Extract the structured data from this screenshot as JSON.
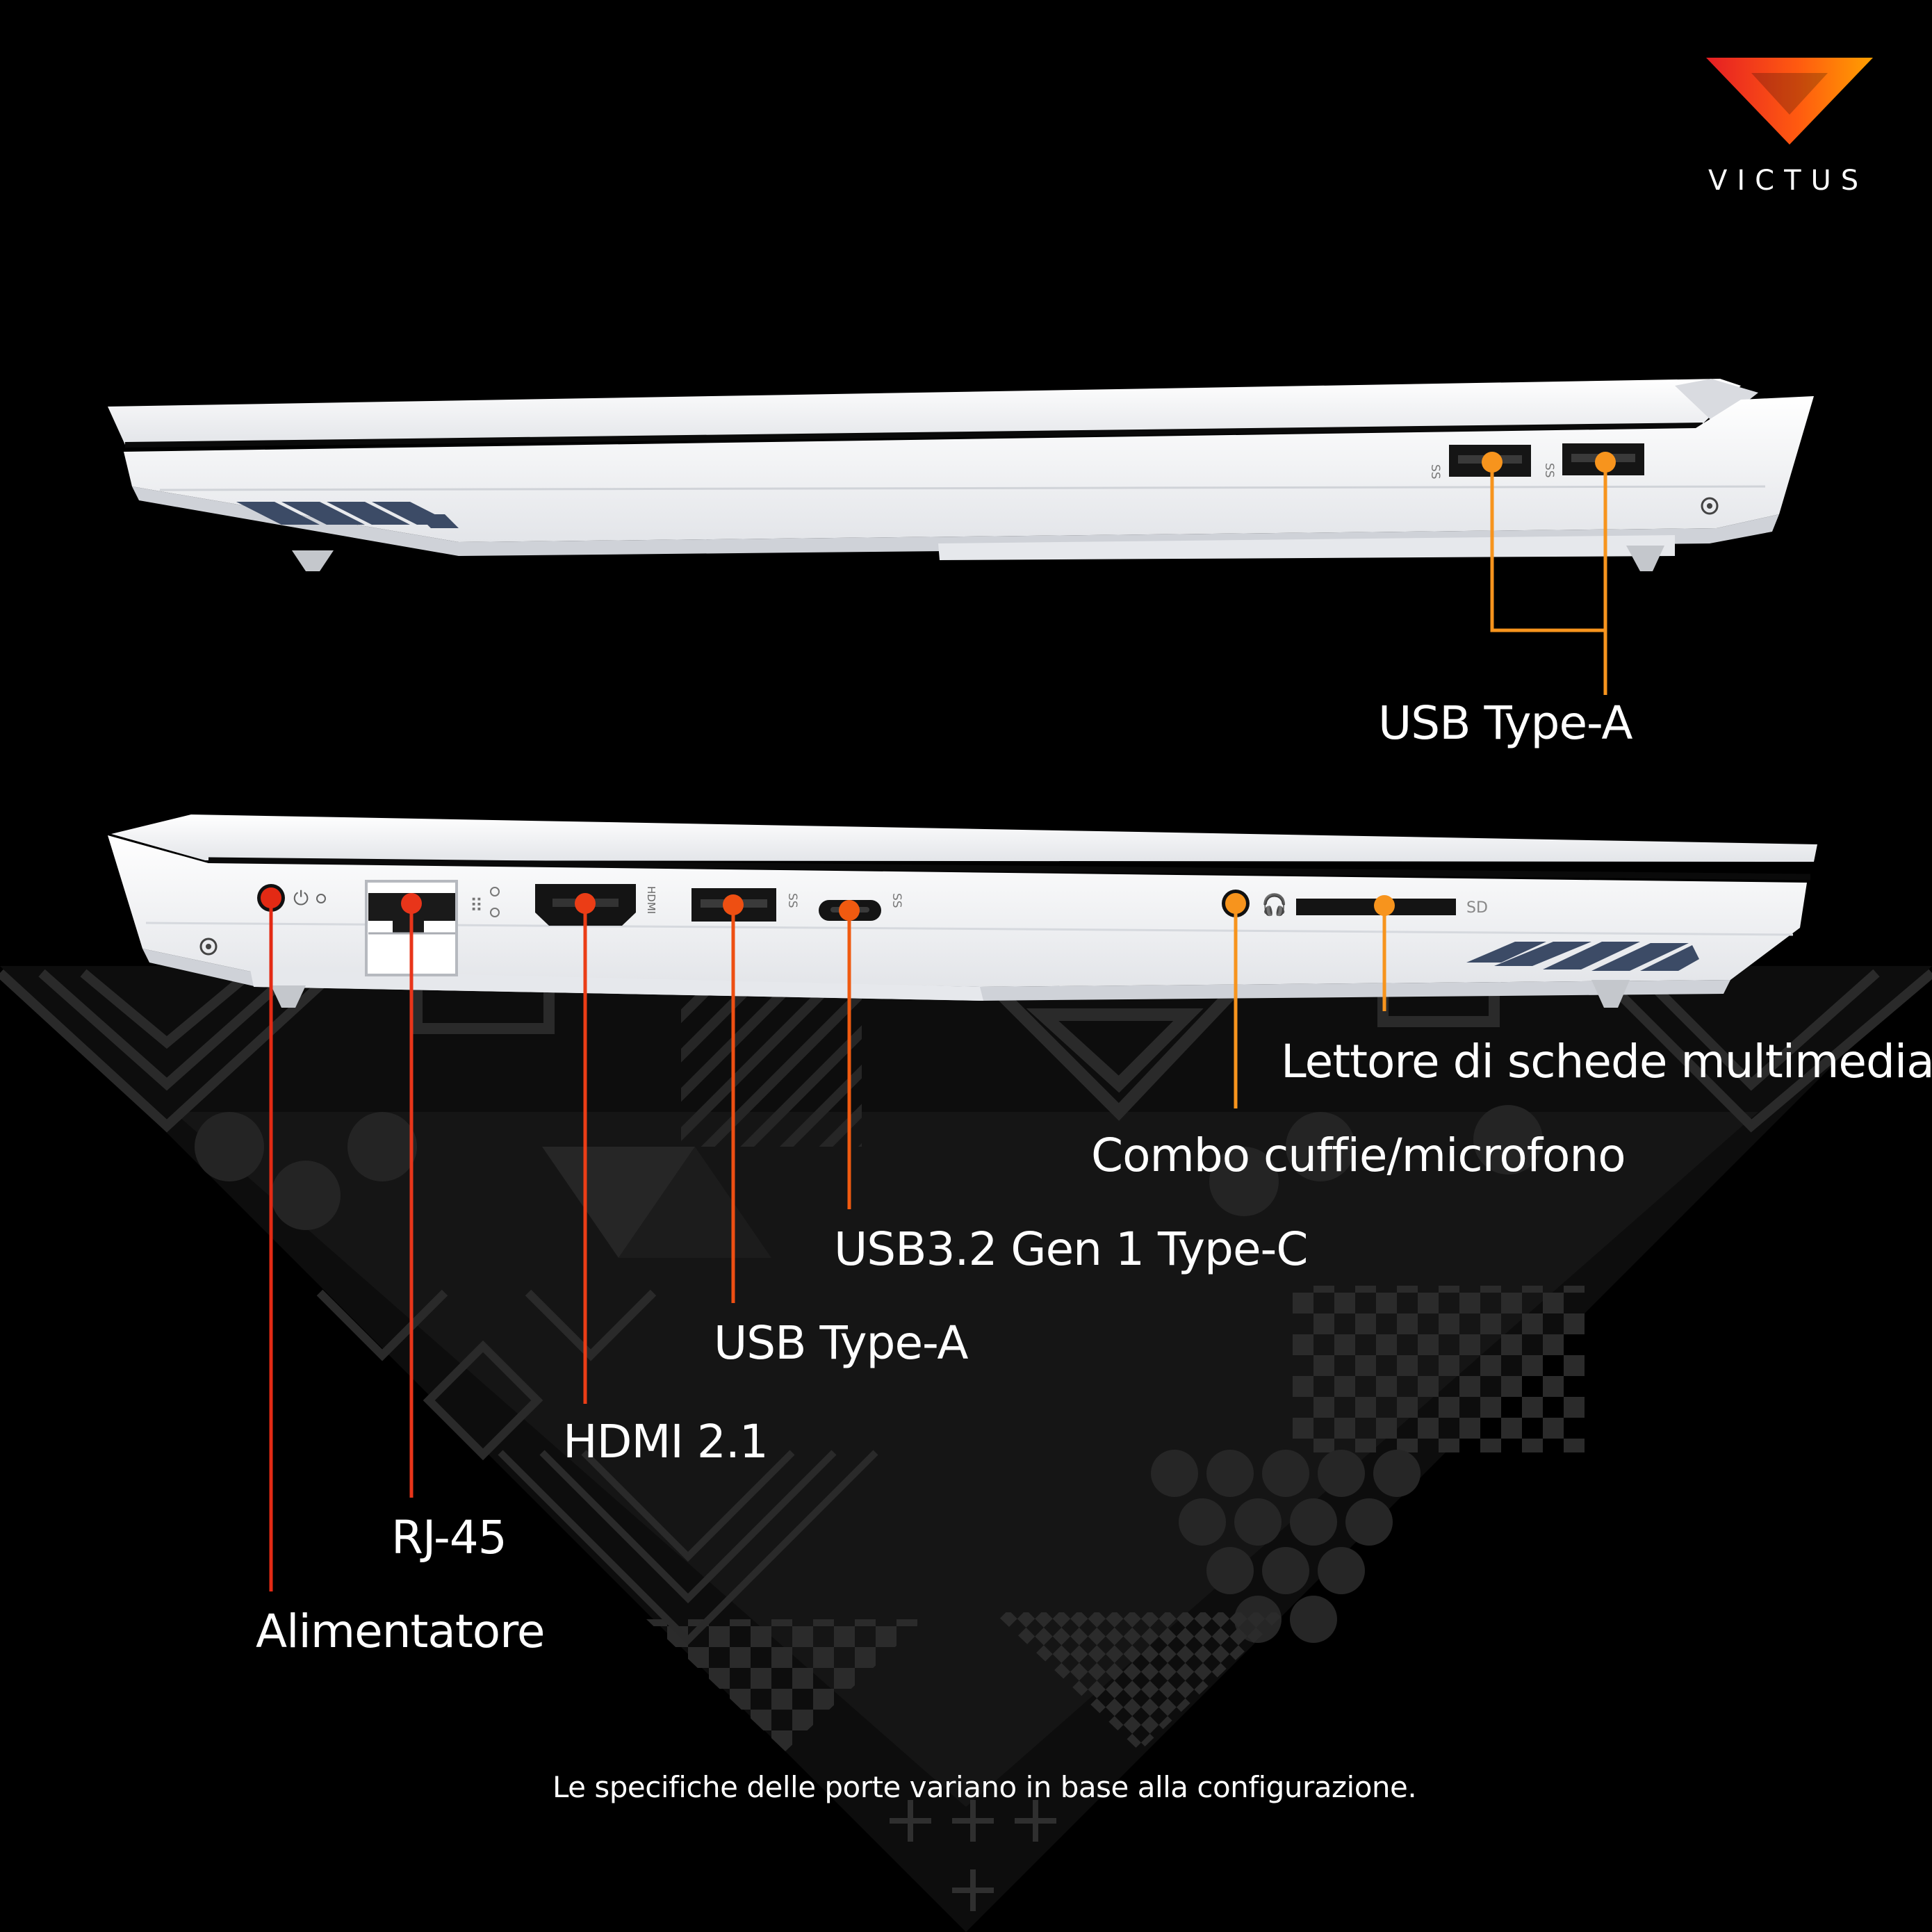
{
  "brand": {
    "name": "VICTUS"
  },
  "labels": {
    "right_usb_a": "USB Type-A",
    "card_reader": "Lettore di schede multimediali",
    "audio_combo": "Combo cuffie/microfono",
    "usb_c": "USB3.2 Gen 1 Type-C",
    "left_usb_a": "USB Type-A",
    "hdmi": "HDMI 2.1",
    "rj45": "RJ-45",
    "power": "Alimentatore"
  },
  "port_marks": {
    "ss": "SS",
    "hdmi": "HDMI",
    "sd": "SD"
  },
  "footnote": "Le specifiche delle porte variano in base alla configurazione.",
  "colors": {
    "background": "#000000",
    "chassis": "#f2f3f5",
    "callout_red": "#e32a14",
    "callout_orange_red": "#ee4f12",
    "callout_orange": "#f7941d",
    "logo_orange": "#ff7a00",
    "logo_red": "#e51e24",
    "pattern": "#2a2a2a"
  }
}
